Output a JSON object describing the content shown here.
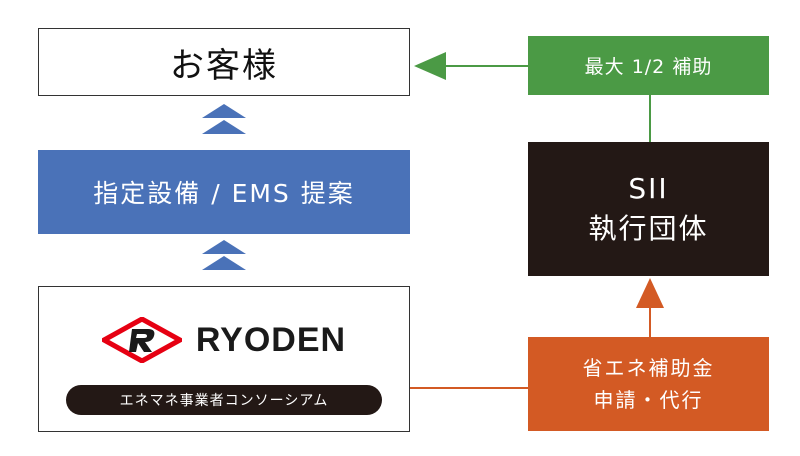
{
  "customer": {
    "label": "お客様"
  },
  "proposal": {
    "label": "指定設備 / EMS 提案"
  },
  "ryoden": {
    "brand": "RYODEN",
    "consortium": "エネマネ事業者コンソーシアム"
  },
  "subsidy": {
    "label": "最大 1/2 補助"
  },
  "sii": {
    "line1": "SII",
    "line2": "執行団体"
  },
  "application": {
    "line1": "省エネ補助金",
    "line2": "申請・代行"
  },
  "colors": {
    "blue": "#4a72b8",
    "green": "#4b9a45",
    "orange": "#d35a24",
    "dark": "#231815",
    "logo_red": "#e60012"
  }
}
